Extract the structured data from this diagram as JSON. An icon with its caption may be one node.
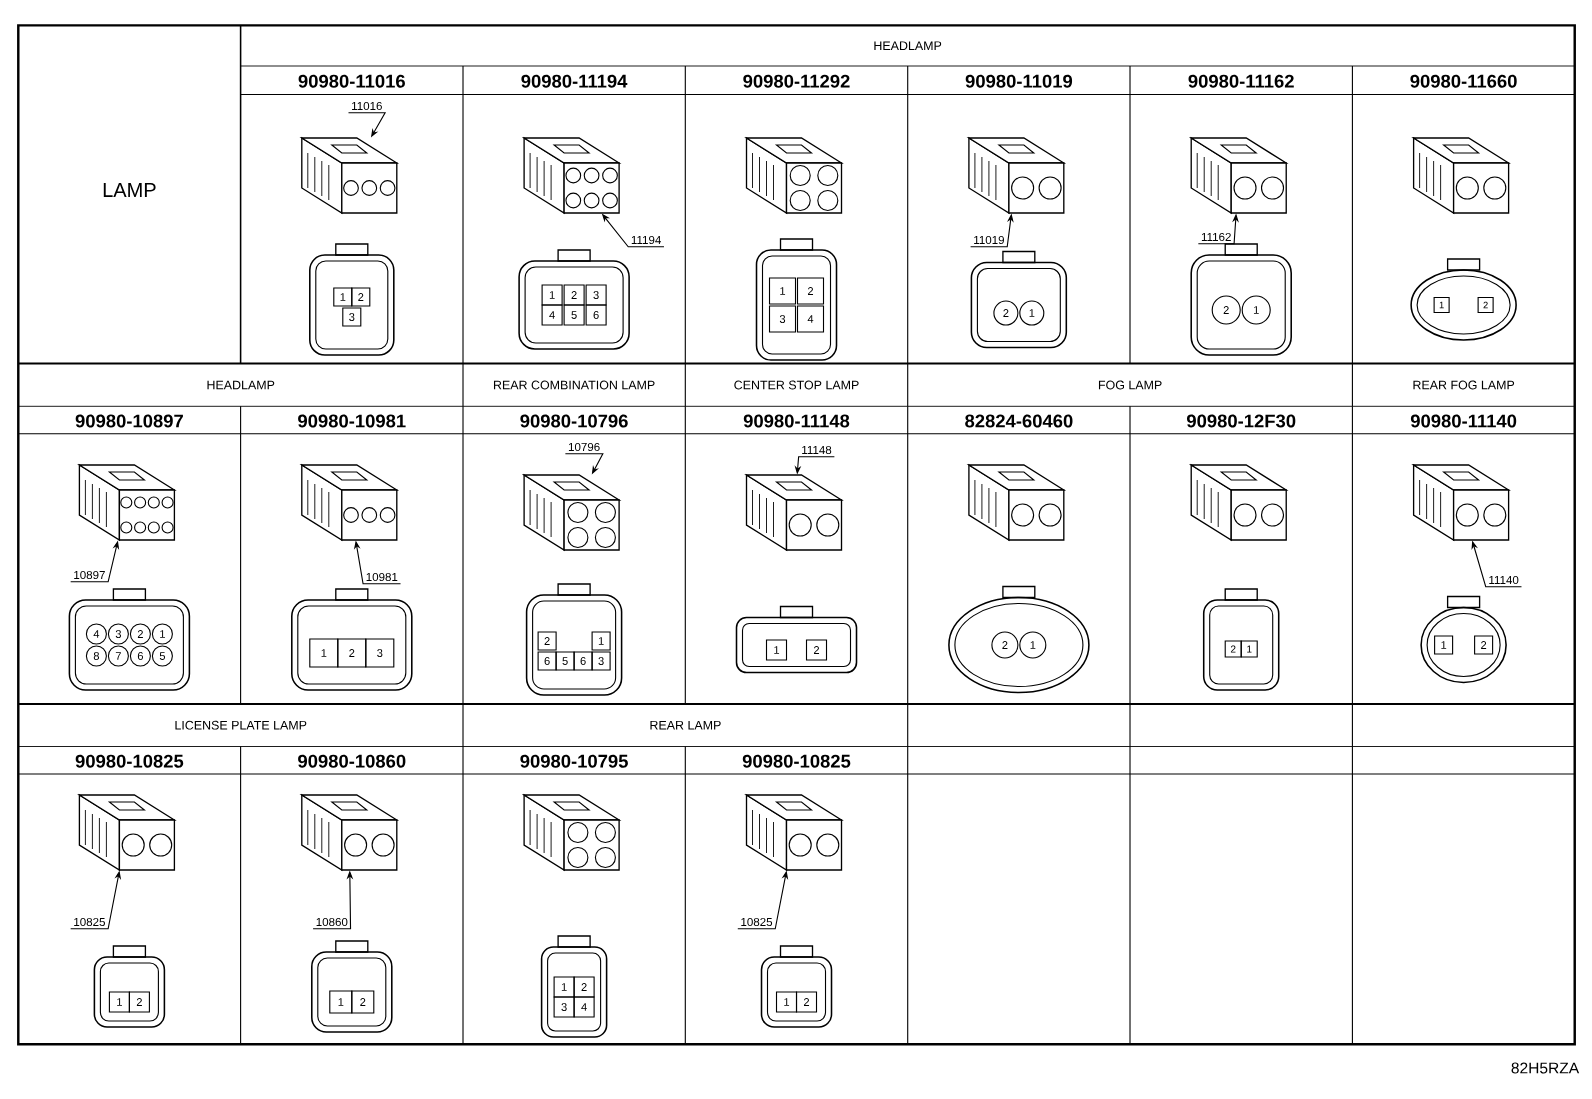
{
  "diagram": {
    "nodes": [
      {
        "text": [
          "11016"
        ]
      },
      {
        "text": [],
        "shape": "picture"
      },
      {
        "text": [
          "11194"
        ]
      },
      {
        "text": [],
        "shape": "picture"
      },
      {
        "text": [
          "11019"
        ]
      },
      {
        "text": [],
        "shape": "picture"
      },
      {
        "text": [
          "11162"
        ]
      },
      {
        "text": [],
        "shape": "picture"
      },
      {
        "text": [
          "10897"
        ]
      },
      {
        "text": [],
        "shape": "picture"
      },
      {
        "text": [
          "10981"
        ]
      },
      {
        "text": [],
        "shape": "picture"
      },
      {
        "text": [
          "10796"
        ]
      },
      {
        "text": [],
        "shape": "picture"
      },
      {
        "text": [
          "11148"
        ]
      },
      {
        "text": [],
        "shape": "picture"
      },
      {
        "text": [
          "11140"
        ]
      },
      {
        "text": [],
        "shape": "picture"
      },
      {
        "text": [
          "10825"
        ]
      },
      {
        "text": [],
        "shape": "picture"
      },
      {
        "text": [
          "10860"
        ]
      },
      {
        "text": [],
        "shape": "picture"
      },
      {
        "text": [
          "10825"
        ]
      },
      {
        "text": [],
        "shape": "picture"
      }
    ],
    "edges": [
      {
        "from": 0,
        "to": 1,
        "arrow": "to"
      },
      {
        "from": 2,
        "to": 3,
        "arrow": "to"
      },
      {
        "from": 4,
        "to": 5,
        "arrow": "to"
      },
      {
        "from": 6,
        "to": 7,
        "arrow": "to"
      },
      {
        "from": 8,
        "to": 9,
        "arrow": "to"
      },
      {
        "from": 10,
        "to": 11,
        "arrow": "to"
      },
      {
        "from": 12,
        "to": 13,
        "arrow": "to"
      },
      {
        "from": 14,
        "to": 15,
        "arrow": "to"
      },
      {
        "from": 16,
        "to": 17,
        "arrow": "to"
      },
      {
        "from": 18,
        "to": 19,
        "arrow": "to"
      },
      {
        "from": 20,
        "to": 21,
        "arrow": "to"
      },
      {
        "from": 22,
        "to": 23,
        "arrow": "to"
      }
    ],
    "labels": [
      "LAMP",
      "HEADLAMP",
      "90980-11016",
      "90980-11194",
      "90980-11292",
      "90980-11019",
      "90980-11162",
      "90980-11660",
      "1",
      "2",
      "3",
      "1",
      "2",
      "3",
      "4",
      "5",
      "6",
      "1",
      "2",
      "3",
      "4",
      "2",
      "1",
      "2",
      "1",
      "1",
      "2",
      "HEADLAMP",
      "REAR COMBINATION LAMP",
      "CENTER STOP LAMP",
      "FOG LAMP",
      "REAR FOG LAMP",
      "90980-10897",
      "90980-10981",
      "90980-10796",
      "90980-11148",
      "82824-60460",
      "90980-12F30",
      "90980-11140",
      "4",
      "3",
      "2",
      "1",
      "8",
      "7",
      "6",
      "5",
      "1",
      "2",
      "3",
      "2",
      "1",
      "6",
      "5",
      "6",
      "3",
      "1",
      "2",
      "2",
      "1",
      "2",
      "1",
      "1",
      "2",
      "LICENSE PLATE LAMP",
      "REAR LAMP",
      "90980-10825",
      "90980-10860",
      "90980-10795",
      "90980-10825",
      "1",
      "2",
      "1",
      "2",
      "1",
      "2",
      "3",
      "4",
      "1",
      "2",
      "82H5RZA"
    ]
  }
}
